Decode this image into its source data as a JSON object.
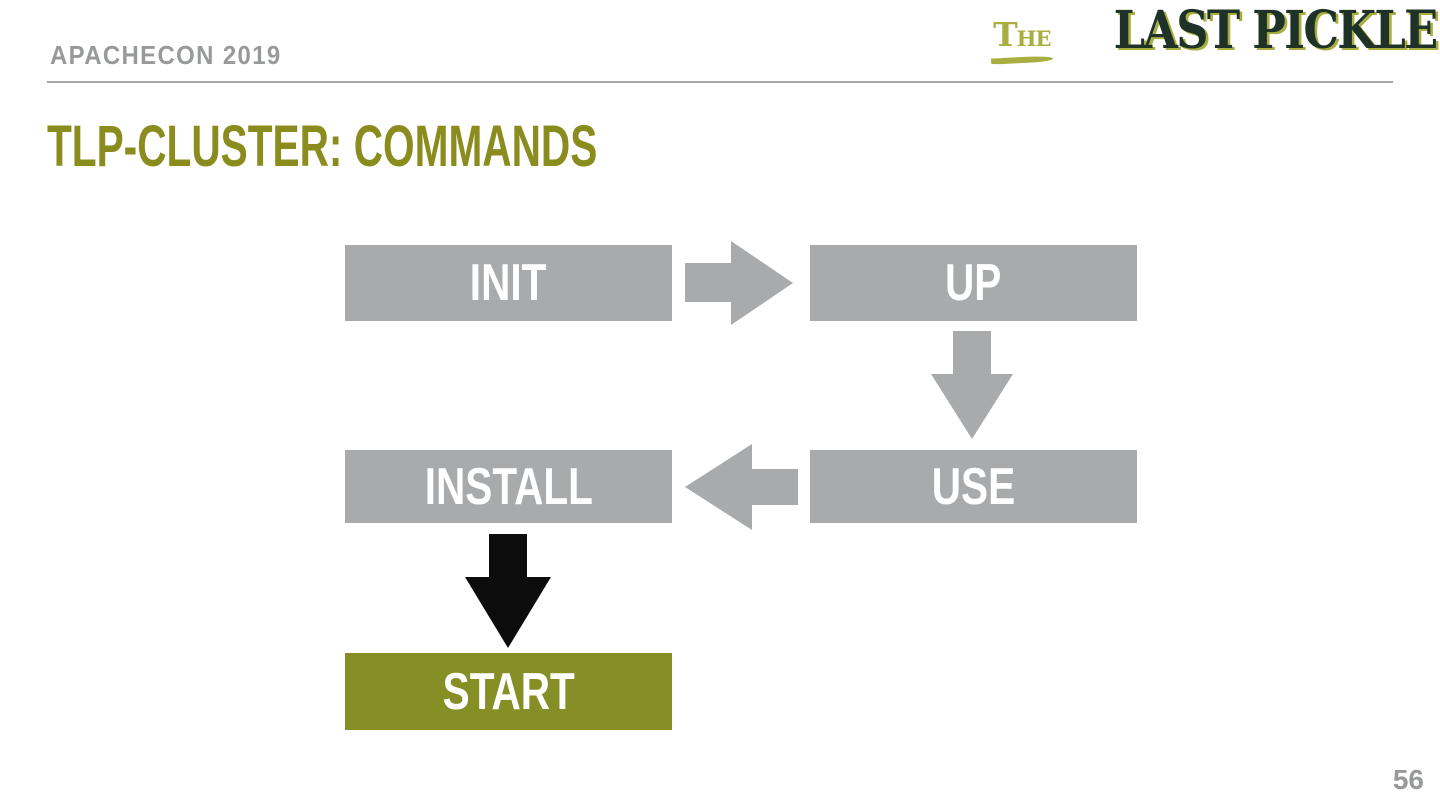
{
  "slide": {
    "event": "APACHECON 2019",
    "title": "TLP-CLUSTER: COMMANDS",
    "page_number": "56"
  },
  "logo": {
    "the": "THE",
    "wordmark": "LAST PICKLE"
  },
  "diagram": {
    "nodes": [
      {
        "id": "init",
        "label": "INIT",
        "variant": "gray"
      },
      {
        "id": "up",
        "label": "UP",
        "variant": "gray"
      },
      {
        "id": "use",
        "label": "USE",
        "variant": "gray"
      },
      {
        "id": "install",
        "label": "INSTALL",
        "variant": "gray"
      },
      {
        "id": "start",
        "label": "START",
        "variant": "olive"
      }
    ],
    "arrows": [
      {
        "from": "init",
        "to": "up",
        "direction": "right",
        "color": "#a8aaab"
      },
      {
        "from": "up",
        "to": "use",
        "direction": "down",
        "color": "#a8aaab"
      },
      {
        "from": "use",
        "to": "install",
        "direction": "left",
        "color": "#a8aaab"
      },
      {
        "from": "install",
        "to": "start",
        "direction": "down",
        "color": "#0c0c0c"
      }
    ]
  },
  "colors": {
    "background": "#ffffff",
    "title_olive": "#8a8c1e",
    "node_gray": "#a8aaab",
    "node_olive": "#858f25",
    "node_text": "#ffffff",
    "arrow_gray": "#a8aaab",
    "arrow_black": "#0c0c0c",
    "header_text_gray": "#97999b",
    "divider_gray": "#a5a7a8",
    "logo_dark_green": "#1e3228",
    "logo_olive": "#a9ae40"
  }
}
